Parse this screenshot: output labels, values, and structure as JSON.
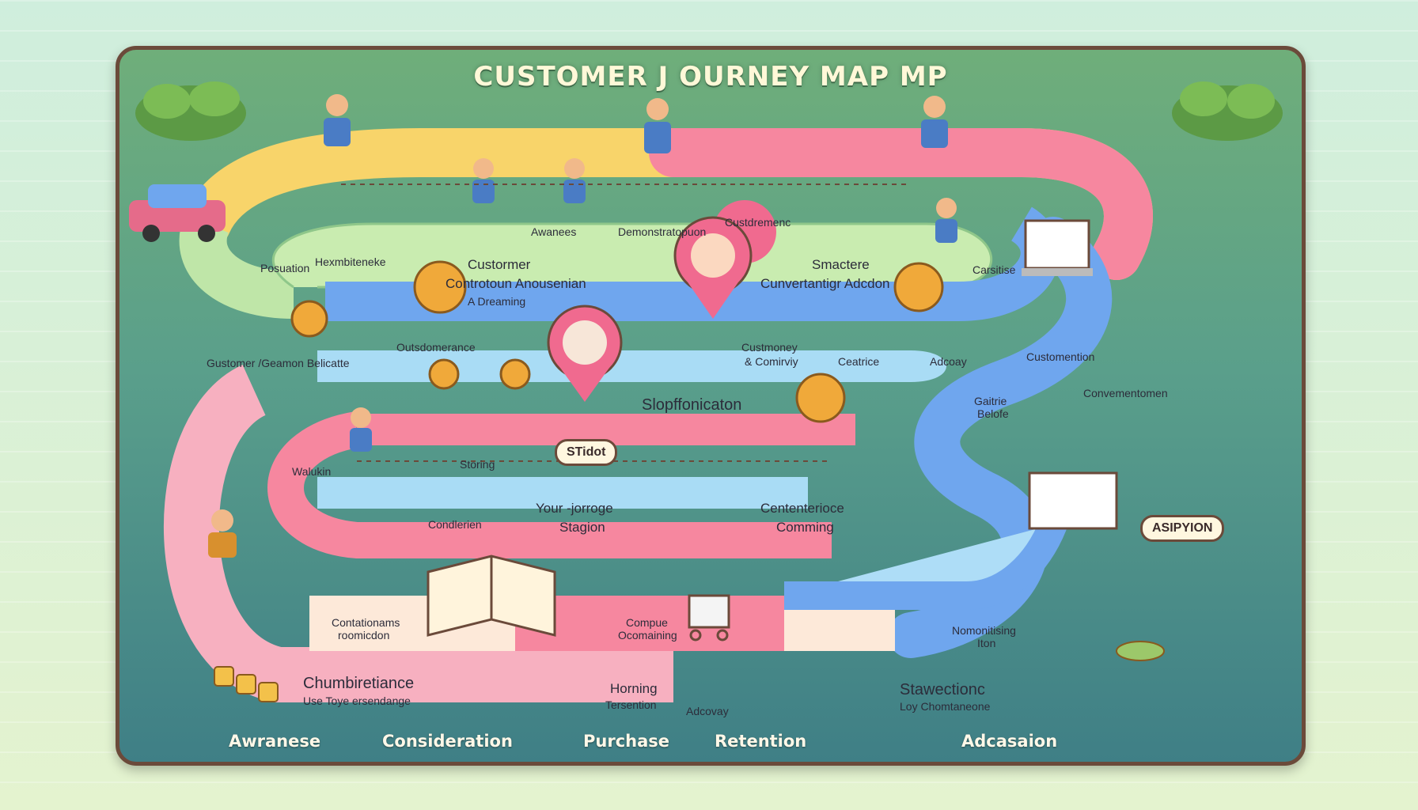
{
  "title": "CUSTOMER J OURNEY MAP  MP",
  "path_labels": {
    "awaness": "Awanees",
    "demonstration": "Demonstratopuon",
    "custdremenc": "Custdremenc",
    "posuation": "Posuation",
    "hexmbiteneke": "Hexmbiteneke",
    "carsitise": "Carsitise",
    "customer_block": [
      "Custormer",
      "Controtoun  Anousenian",
      "A Dreaming"
    ],
    "smactere_block": [
      "Smactere",
      "Cunvertantigr Adcdon"
    ],
    "gustomer_belicatte": "Gustomer /Geamon Belicatte",
    "outsdomerance": "Outsdomerance",
    "custmoney": [
      "Custmoney",
      "& Comirviy"
    ],
    "centrice": "Ceatrice",
    "adcoay": "Adcoay",
    "customention": "Customention",
    "convementomen": "Convementomen",
    "slopffonication": "Slopffonicaton",
    "gaitrie": [
      "Gaitrie",
      "Belofe"
    ],
    "storing": "Storing",
    "stidot": "STidot",
    "walukin": "Walukin",
    "condlerien": "Condlerien",
    "your_jorrage": [
      "Your -jorroge",
      "Stagion"
    ],
    "cententerioce": [
      "Cententerioce",
      "Comming"
    ],
    "asipyion": "ASIPYION",
    "contationams": [
      "Contationams",
      "roomicdon"
    ],
    "compue": [
      "Compue",
      "Ocomaining"
    ],
    "nomonitising": [
      "Nomonitising",
      "Iton"
    ],
    "chumbiretiance": [
      "Chumbiretiance",
      "Use Toye ersendange"
    ],
    "horning": [
      "Horning",
      "Tersention"
    ],
    "adcovay": "Adcovay",
    "stawectionc": [
      "Stawectionc",
      "Loy Chomtaneone"
    ]
  },
  "stages": [
    "Awranese",
    "Consideration",
    "Purchase",
    "Retention",
    "Adcasaion"
  ],
  "colors": {
    "yellow_path": "#f8d46a",
    "pink_path": "#f6879f",
    "green_path": "#bfe6a8",
    "blue_path": "#6fa6ee",
    "lightblue_path": "#a9dcf5",
    "border": "#6b4a3a"
  },
  "icons": [
    "leaf-bush-icon",
    "person-icon",
    "car-icon",
    "gear-icon",
    "location-pin-icon",
    "book-icon",
    "shopping-cart-icon",
    "coin-icon",
    "laptop-icon",
    "chat-bubble-icon"
  ]
}
